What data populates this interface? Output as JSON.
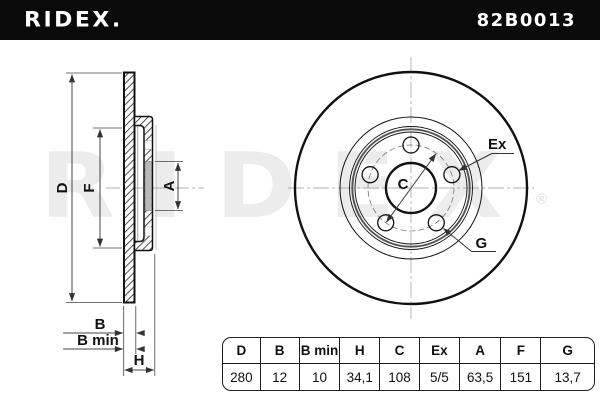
{
  "header": {
    "brand": "RIDEX.",
    "part_number": "82B0013"
  },
  "watermark": {
    "text": "RIDEX",
    "registered_mark": "®"
  },
  "cross_section_labels": {
    "d": "D",
    "f": "F",
    "a": "A",
    "b": "B",
    "b_min": "B min",
    "h": "H"
  },
  "front_view_labels": {
    "c": "C",
    "ex": "Ex",
    "g": "G"
  },
  "spec_table": {
    "headers": [
      "D",
      "B",
      "B min",
      "H",
      "C",
      "Ex",
      "A",
      "F",
      "G"
    ],
    "values": [
      "280",
      "12",
      "10",
      "34,1",
      "108",
      "5/5",
      "63,5",
      "151",
      "13,7"
    ]
  },
  "colors": {
    "header_bg": "#0a0a0a",
    "line": "#111111",
    "watermark": "#ececec",
    "section_gray": "#b9b9b9"
  }
}
